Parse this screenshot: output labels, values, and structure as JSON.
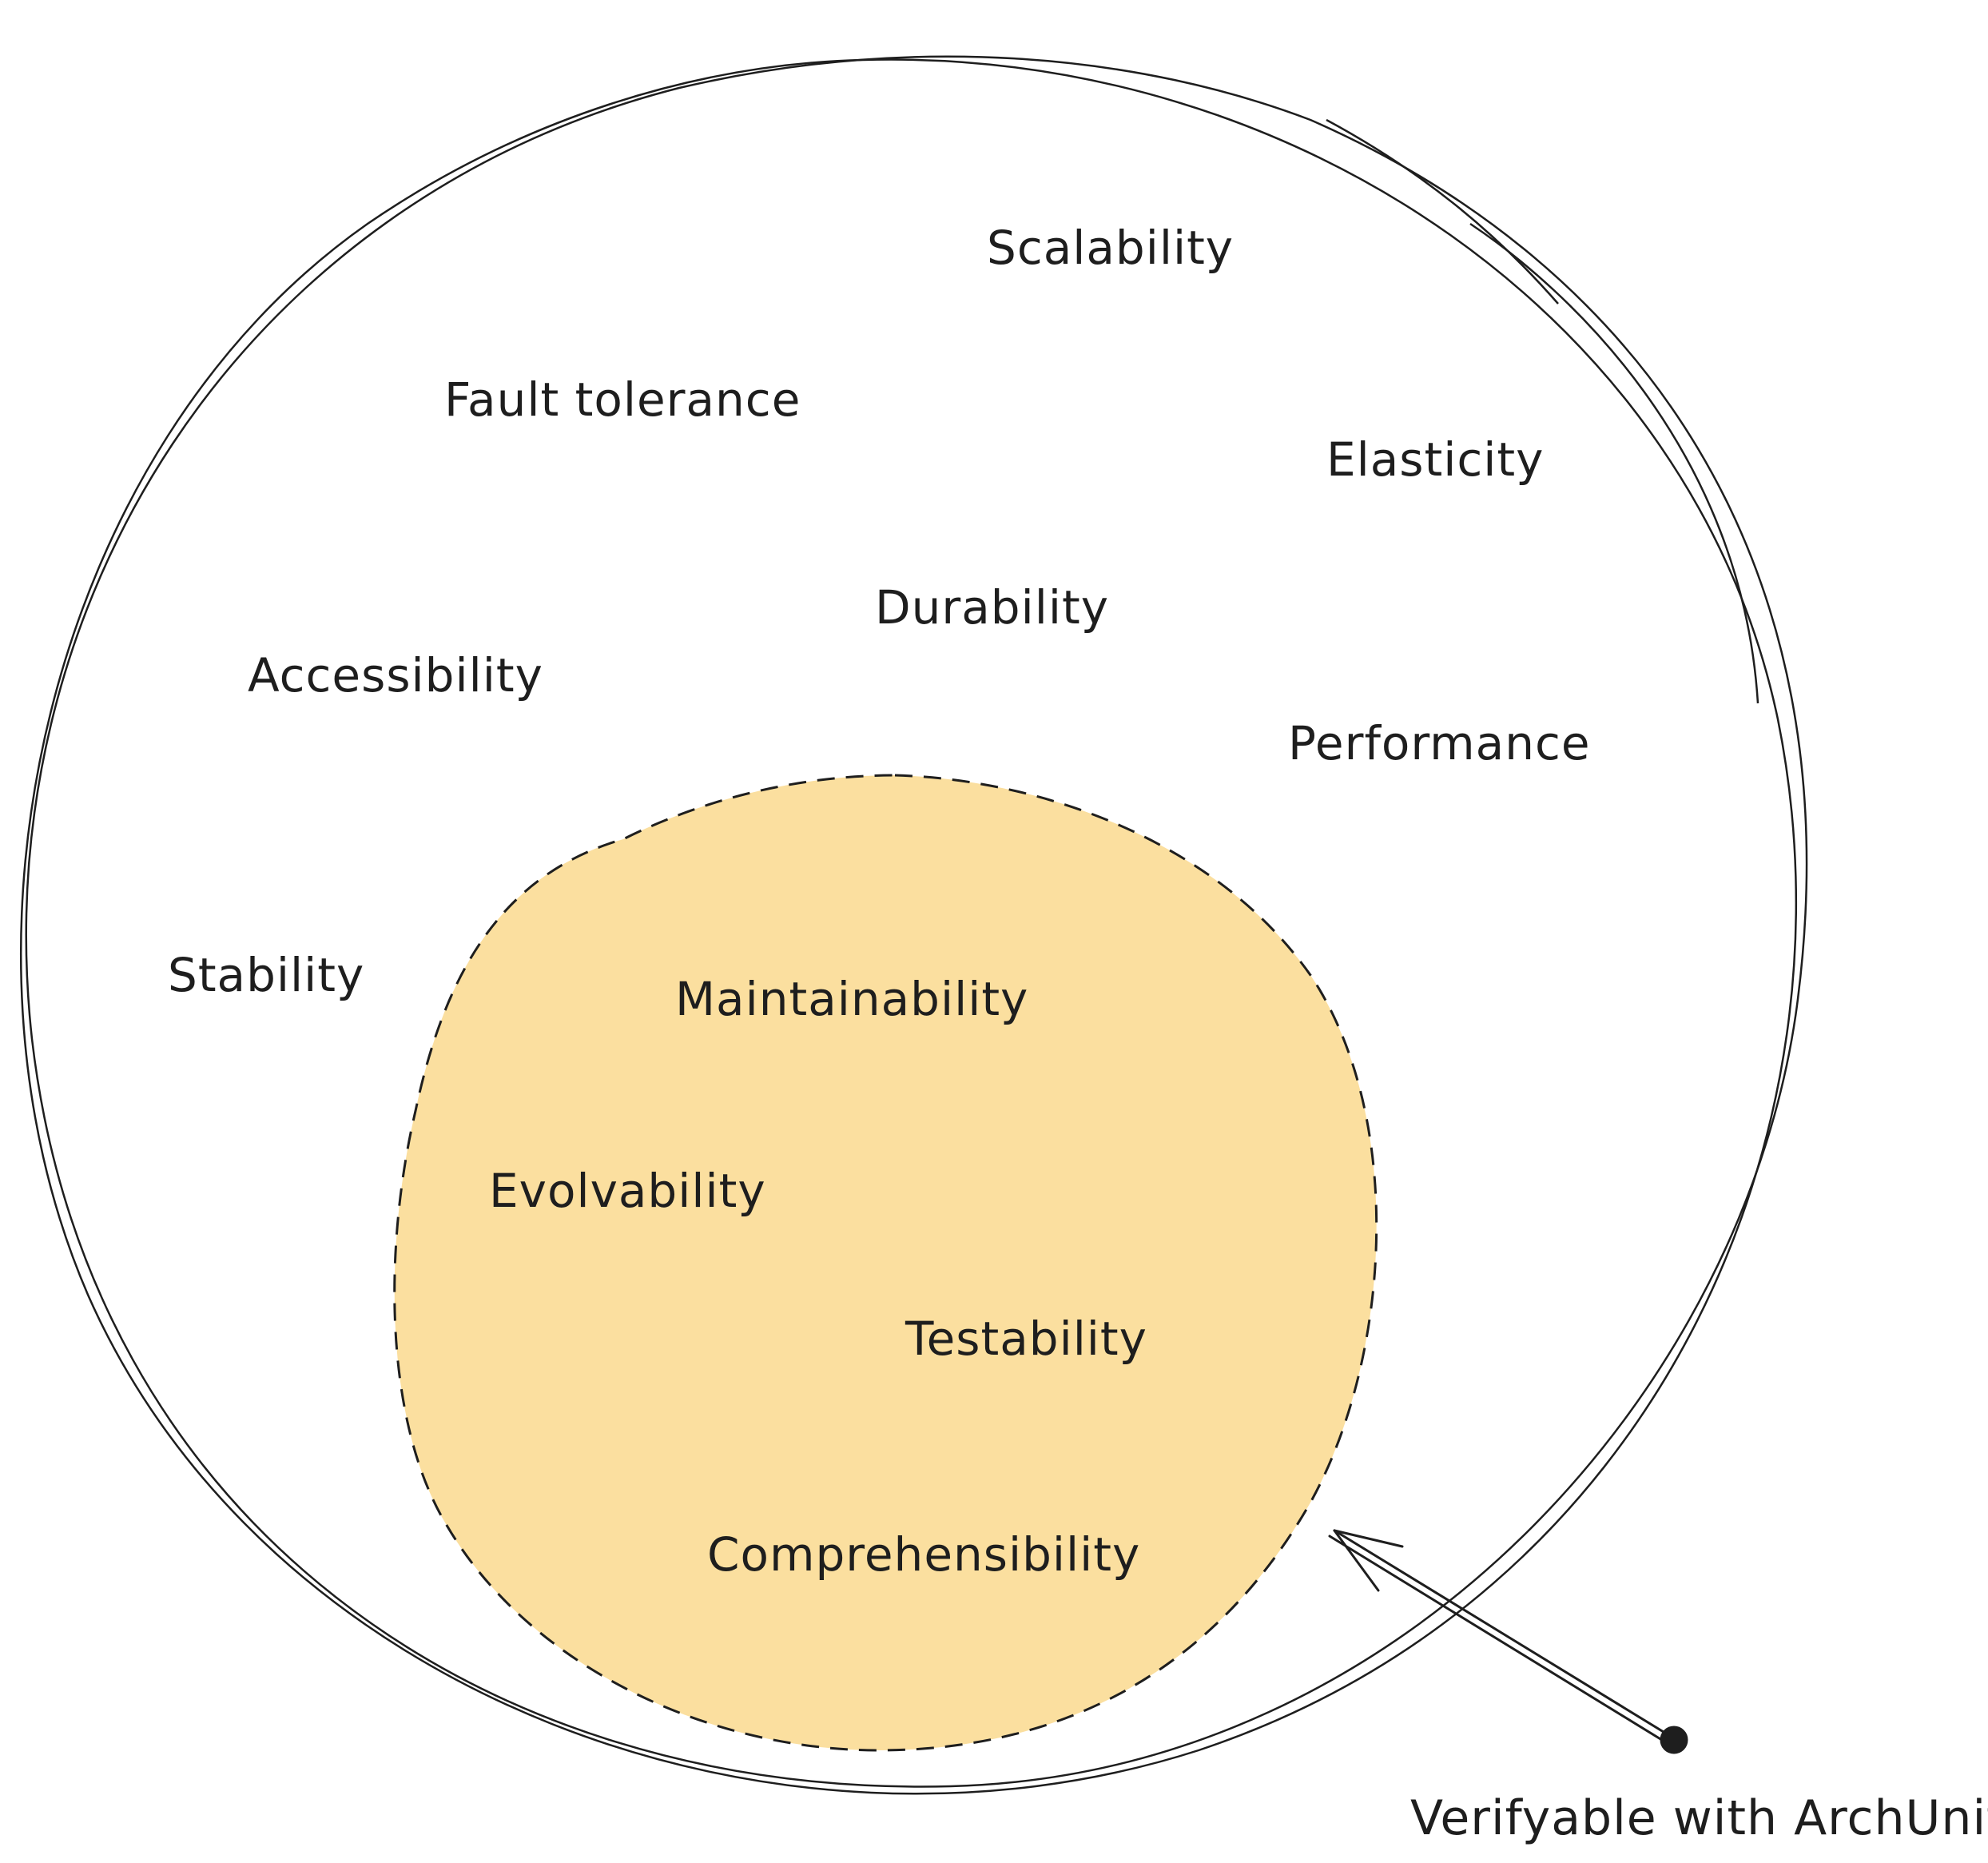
{
  "outer_labels": {
    "scalability": "Scalability",
    "fault_tolerance": "Fault tolerance",
    "elasticity": "Elasticity",
    "durability": "Durability",
    "accessibility": "Accessibility",
    "performance": "Performance",
    "stability": "Stability"
  },
  "inner_labels": {
    "maintainability": "Maintainability",
    "evolvability": "Evolvability",
    "testability": "Testability",
    "comprehensibility": "Comprehensibility"
  },
  "annotation": {
    "caption": "Verifyable with ArchUnit"
  },
  "colors": {
    "stroke": "#1e1e1e",
    "inner_fill": "#fbdf9f",
    "background": "#ffffff"
  }
}
